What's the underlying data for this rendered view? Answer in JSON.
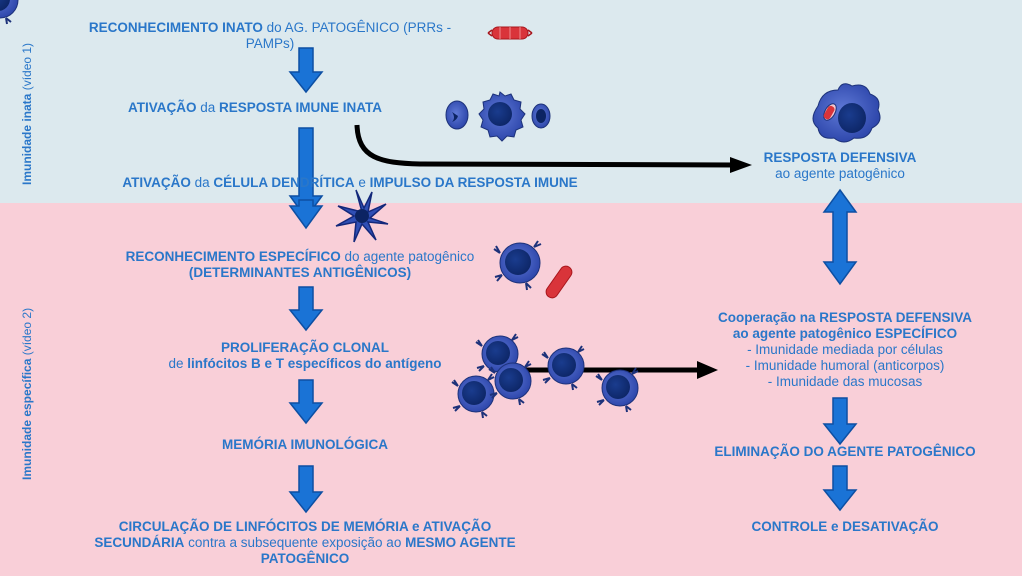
{
  "side_labels": {
    "top_bold": "Imunidade inata",
    "top_rest": " (vídeo 1)",
    "bottom_bold": "Imunidade específica",
    "bottom_rest": " (vídeo 2)"
  },
  "left_steps": {
    "s1": {
      "a": "RECONHECIMENTO INATO",
      "b": " do AG. PATOGÊNICO (PRRs -",
      "c": "PAMPs)"
    },
    "s2": {
      "a": "ATIVAÇÃO",
      "b": " da ",
      "c": "RESPOSTA IMUNE INATA"
    },
    "s3": {
      "a": "ATIVAÇÃO",
      "b": " da ",
      "c": "CÉLULA DENDRÍTICA",
      "d": " e ",
      "e": "IMPULSO DA RESPOSTA IMUNE"
    },
    "s4": {
      "a": "RECONHECIMENTO ESPECÍFICO",
      "b": " do agente patogênico",
      "c": "(DETERMINANTES ANTIGÊNICOS)"
    },
    "s5": {
      "a": "PROLIFERAÇÃO CLONAL",
      "b": "de ",
      "c": "linfócitos B e T específicos do antígeno"
    },
    "s6": {
      "a": "MEMÓRIA IMUNOLÓGICA"
    },
    "s7": {
      "a": "CIRCULAÇÃO DE LINFÓCITOS DE MEMÓRIA e ATIVAÇÃO",
      "b": "SECUNDÁRIA",
      "c": " contra a subsequente exposição ao ",
      "d": "MESMO AGENTE",
      "e": "PATOGÊNICO"
    }
  },
  "right_steps": {
    "r1": {
      "a": "RESPOSTA DEFENSIVA",
      "b": "ao agente patogênico"
    },
    "r2": {
      "a": "Cooperação na RESPOSTA DEFENSIVA",
      "b": "ao agente patogênico ESPECÍFICO",
      "c": "- Imunidade mediada por células",
      "d": "- Imunidade humoral (anticorpos)",
      "e": "- Imunidade das mucosas"
    },
    "r3": {
      "a": "ELIMINAÇÃO DO AGENTE PATOGÊNICO"
    },
    "r4": {
      "a": "CONTROLE e DESATIVAÇÃO"
    }
  },
  "colors": {
    "top_band": "#dce9ee",
    "bottom_band": "#f9cfd8",
    "text": "#2a77c9",
    "arrow_fill": "#1a73d6",
    "arrow_stroke": "#0d4fa3",
    "cell": "#2f4fb5",
    "pathogen": "#d9343a"
  },
  "icons": [
    "pathogen-icon",
    "innate-cell-icon",
    "dendritic-cell-icon",
    "lymphocyte-icon",
    "macrophage-icon"
  ]
}
